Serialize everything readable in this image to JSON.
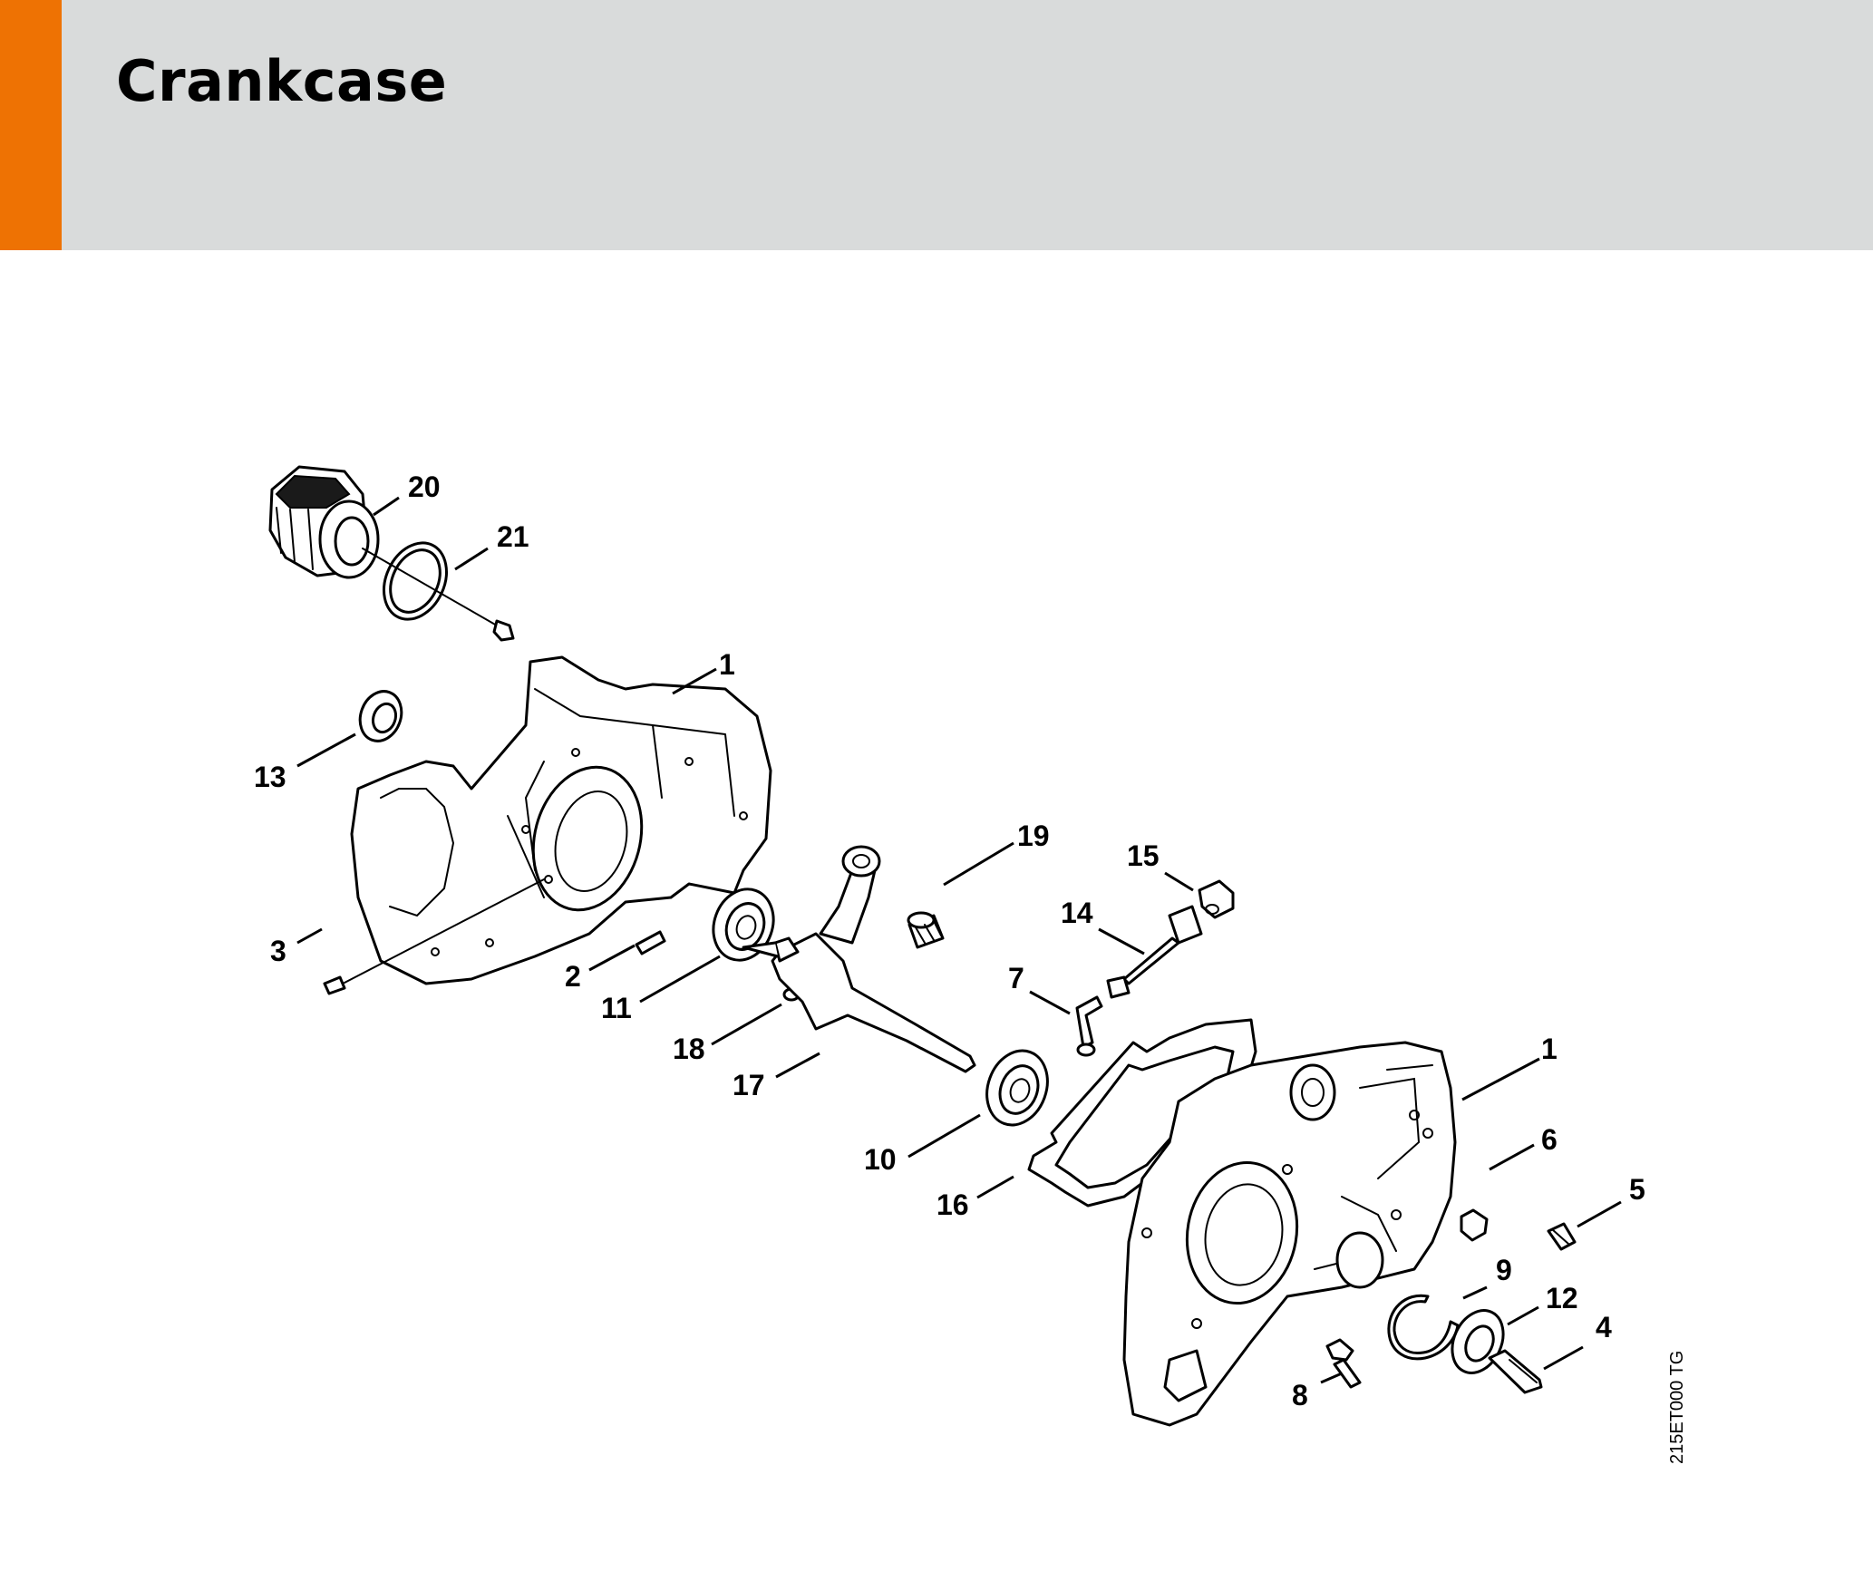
{
  "page": {
    "title": "Crankcase",
    "drawing_code": "215ET000 TG"
  },
  "colors": {
    "accent": "#ee7203",
    "header_background": "#d9dbdb",
    "line": "#000000"
  },
  "callouts": {
    "c1a": "1",
    "c1b": "1",
    "c2": "2",
    "c3": "3",
    "c4": "4",
    "c5": "5",
    "c6": "6",
    "c7": "7",
    "c8": "8",
    "c9": "9",
    "c10": "10",
    "c11": "11",
    "c12": "12",
    "c13": "13",
    "c14": "14",
    "c15": "15",
    "c16": "16",
    "c17": "17",
    "c18": "18",
    "c19": "19",
    "c20": "20",
    "c21": "21"
  }
}
